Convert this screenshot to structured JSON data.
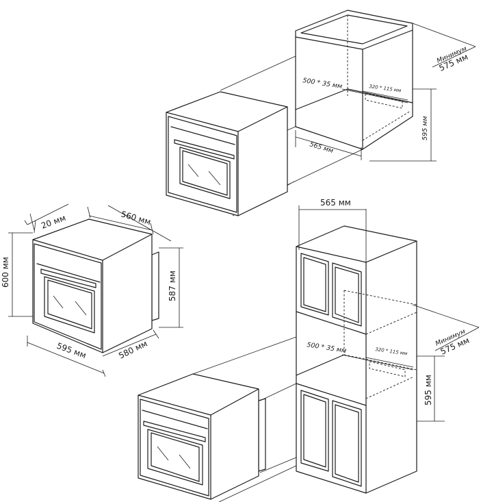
{
  "top_cabinet": {
    "min_label": "Минимум",
    "depth_label": "575 мм",
    "height_label": "595 мм",
    "width_label": "565 мм",
    "vent_front_label": "500 * 35 мм",
    "vent_rear_label": "320 * 115 мм"
  },
  "oven": {
    "panel_label": "20 мм",
    "depth_label": "560 мм",
    "height_label": "600 мм",
    "inner_height_label": "587 мм",
    "width_label": "595 мм",
    "inner_width_label": "580 мм"
  },
  "column_cabinet": {
    "top_width_label": "565 мм",
    "min_label": "Минимум",
    "depth_label": "575 мм",
    "height_label": "595 мм",
    "vent_front_label": "500 * 35 мм",
    "vent_rear_label": "320 * 115 мм"
  }
}
